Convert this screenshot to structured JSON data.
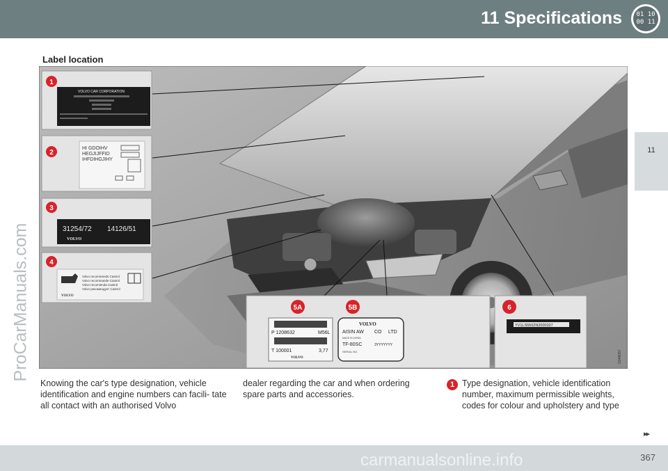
{
  "header": {
    "title": "11 Specifications",
    "chapter_codes": [
      "01 10",
      "00 11"
    ]
  },
  "side_tab": {
    "label": "11"
  },
  "watermark": "ProCarManuals.com",
  "section": {
    "title": "Label location"
  },
  "figure": {
    "callouts": [
      "1",
      "2",
      "3",
      "4",
      "5A",
      "5B",
      "6"
    ],
    "figure_code": "G048057",
    "label1": {
      "heading": "VOLVO CAR CORPORATION"
    },
    "label2": {
      "lines": [
        "HI GDOIHV",
        "HEGJIJFFID",
        "IHFDIHGJIHY"
      ]
    },
    "label3": {
      "left_code": "31254/72",
      "right_code": "14126/51",
      "brand": "VOLVO"
    },
    "label4": {
      "brand": "VOLVO",
      "lines": [
        "Volvo recommends Castrol",
        "Volvo recommande Castrol",
        "Volvo recomienda Castrol",
        "Volvo рекомендует Castrol"
      ]
    },
    "label5a": {
      "part_number": "P 1208632",
      "model": "M56L",
      "serial": "T 100001",
      "ratio": "3,77",
      "brand": "VOLVO"
    },
    "label5b": {
      "brand": "VOLVO",
      "maker": "AISIN AW",
      "co": "CO",
      "ltd": "LTD",
      "made_in": "MADE IN JAPAN",
      "model": "TF-80SC",
      "code": "3YYYYYYY",
      "serial": "SERIAL NO."
    },
    "label6": {
      "vin": "YV1LS5502N2000327"
    }
  },
  "text": {
    "col1": "Knowing the car's type designation, vehicle identification and engine numbers can facili- tate all contact with an authorised Volvo",
    "col2": "dealer regarding the car and when ordering spare parts and accessories.",
    "item1_num": "1",
    "item1": "Type designation, vehicle identification number, maximum permissible weights, codes for colour and upholstery and type"
  },
  "footer": {
    "page": "367",
    "next_arrows": "▸▸",
    "watermark": "carmanualsonline.info"
  }
}
